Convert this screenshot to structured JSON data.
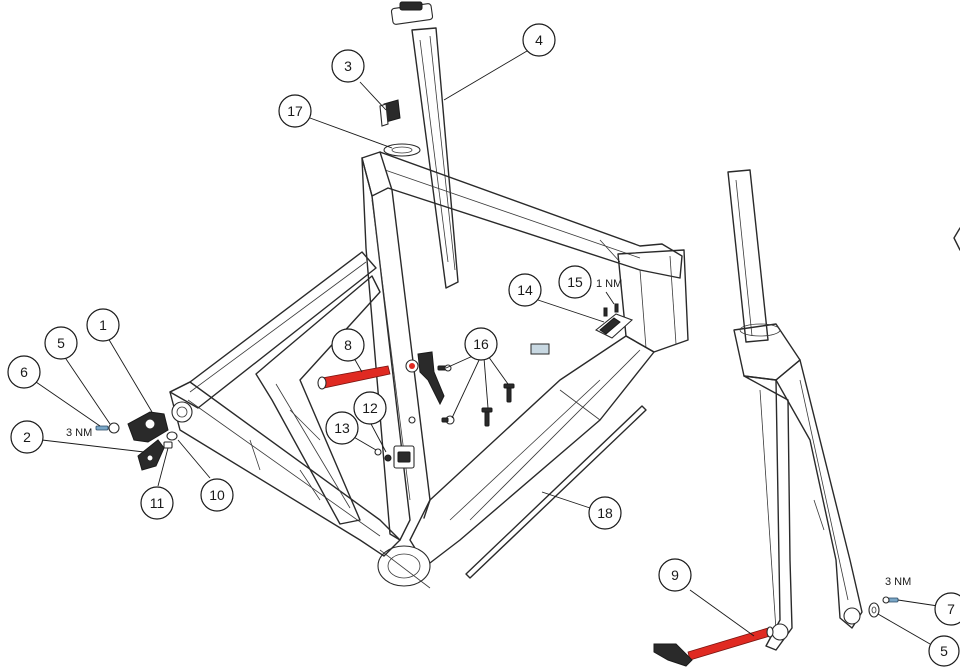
{
  "callouts": {
    "c1": "1",
    "c2": "2",
    "c3": "3",
    "c4": "4",
    "c5a": "5",
    "c5b": "5",
    "c6": "6",
    "c7": "7",
    "c8": "8",
    "c9": "9",
    "c10": "10",
    "c11": "11",
    "c12": "12",
    "c13": "13",
    "c14": "14",
    "c15": "15",
    "c16": "16",
    "c17": "17",
    "c18": "18"
  },
  "torque_labels": {
    "hanger": "3 NM",
    "cable_port": "1 NM",
    "fork": "3 NM"
  },
  "colors": {
    "axle": "#e02a22",
    "bolt": "#7aa7c7",
    "line": "#2a2a2a"
  }
}
